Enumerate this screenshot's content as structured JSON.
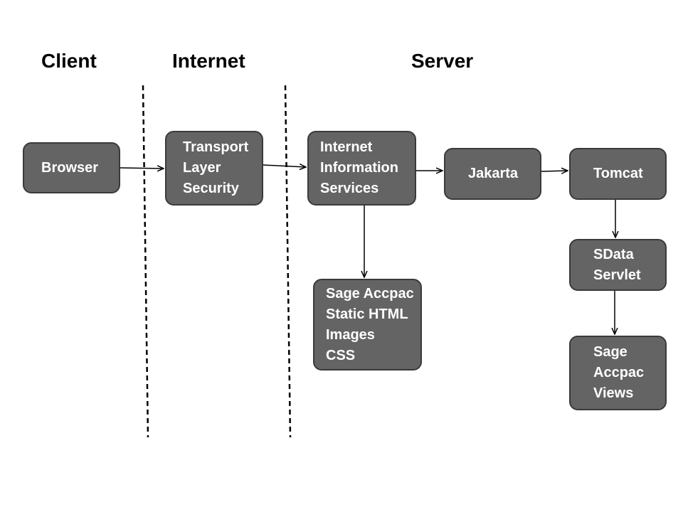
{
  "zones": {
    "client": "Client",
    "internet": "Internet",
    "server": "Server"
  },
  "nodes": {
    "browser": {
      "lines": [
        "Browser"
      ]
    },
    "tls": {
      "lines": [
        "Transport",
        "Layer",
        "Security"
      ]
    },
    "iis": {
      "lines": [
        "Internet",
        "Information",
        "Services"
      ]
    },
    "jakarta": {
      "lines": [
        "Jakarta"
      ]
    },
    "tomcat": {
      "lines": [
        "Tomcat"
      ]
    },
    "sdata": {
      "lines": [
        "SData",
        "Servlet"
      ]
    },
    "static": {
      "lines": [
        "Sage Accpac",
        "Static HTML",
        "Images",
        "CSS"
      ]
    },
    "views": {
      "lines": [
        "Sage",
        "Accpac",
        "Views"
      ]
    }
  },
  "edges": [
    {
      "from": "browser",
      "to": "tls"
    },
    {
      "from": "tls",
      "to": "iis"
    },
    {
      "from": "iis",
      "to": "jakarta"
    },
    {
      "from": "jakarta",
      "to": "tomcat"
    },
    {
      "from": "iis",
      "to": "static"
    },
    {
      "from": "tomcat",
      "to": "sdata"
    },
    {
      "from": "sdata",
      "to": "views"
    }
  ],
  "colors": {
    "node_fill": "#646464",
    "node_border": "#3a3a3a",
    "node_text": "#ffffff",
    "line": "#000000"
  }
}
